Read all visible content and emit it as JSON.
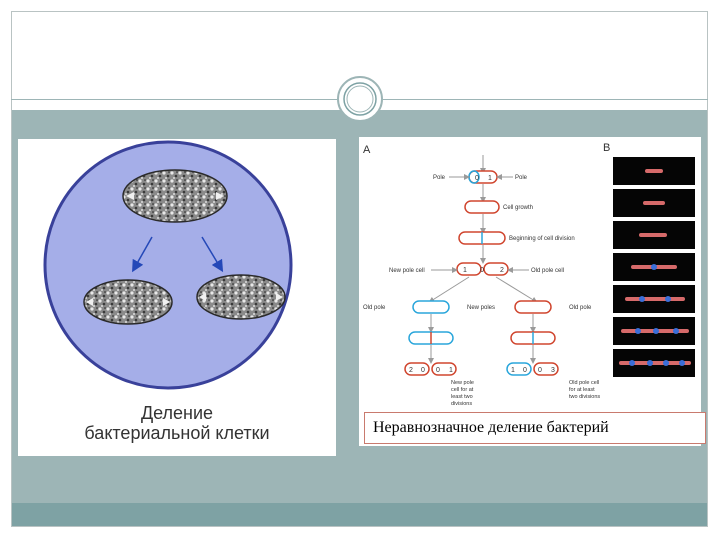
{
  "slide": {
    "colors": {
      "band": "#9db5b6",
      "bottom_band": "#7ea2a4",
      "circle_fill": "#a5aee8",
      "circle_stroke": "#39419a",
      "arrow": "#2448b8",
      "old_pole": "#d0462f",
      "new_pole": "#2aa6db"
    },
    "left_figure": {
      "caption_line1": "Деление",
      "caption_line2": "бактериальной клетки"
    },
    "right_figure": {
      "panel_a_label": "A",
      "panel_b_label": "B",
      "labels": {
        "pole_left": "Pole",
        "pole_right": "Pole",
        "cell_growth": "Cell growth",
        "beginning": "Beginning of cell division",
        "new_pole_cell": "New pole cell",
        "old_pole_cell": "Old pole cell",
        "old_pole_left": "Old pole",
        "new_poles": "New poles",
        "old_pole_right": "Old pole",
        "note_left": [
          "New pole",
          "cell for at",
          "least two",
          "divisions"
        ],
        "note_right": [
          "Old pole cell",
          "for at least",
          "two divisions"
        ]
      },
      "numbers": {
        "top": [
          "0",
          "1"
        ],
        "mid_left": "1",
        "mid_zero": "0",
        "mid_right": "2",
        "bottom_left": [
          "2",
          "0",
          "0",
          "1"
        ],
        "bottom_right": [
          "1",
          "0",
          "0",
          "3"
        ]
      },
      "caption": "Неравнозначное деление бактерий"
    }
  }
}
